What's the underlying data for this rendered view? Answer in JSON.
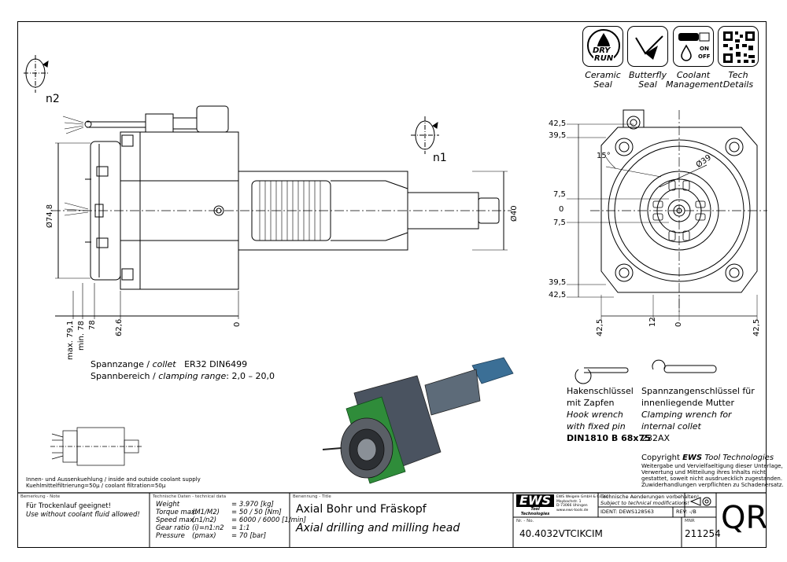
{
  "icons": [
    {
      "name": "dry-run-icon",
      "label_line1": "Ceramic",
      "label_line2": "Seal",
      "glyph_top": "DRY",
      "glyph_bottom": "RUN"
    },
    {
      "name": "butterfly-icon",
      "label_line1": "Butterfly",
      "label_line2": "Seal"
    },
    {
      "name": "coolant-icon",
      "label_line1": "Coolant",
      "label_line2": "Management",
      "glyph_on": "ON",
      "glyph_off": "OFF"
    },
    {
      "name": "qr-code-icon",
      "label_line1": "Tech",
      "label_line2": "Details"
    }
  ],
  "side_view": {
    "n2": "n2",
    "n1": "n1",
    "dia_748": "Ø74,8",
    "dia_40": "Ø40",
    "dim_max": "max. 79,1",
    "dim_min": "min. 78",
    "dim_78": "78",
    "dim_626": "62,6",
    "dim_0": "0"
  },
  "front_view": {
    "top_425": "42,5",
    "top_395": "39,5",
    "angle_15": "15°",
    "dia_39": "Ø39",
    "v_75a": "7,5",
    "v_0": "0",
    "v_75b": "7,5",
    "bot_395": "39,5",
    "bot_425": "42,5",
    "h_425l": "42,5",
    "h_12": "12",
    "h_0": "0",
    "h_425r": "42,5"
  },
  "collet": {
    "line1_de": "Spannzange /",
    "line1_en": "collet",
    "line1_val": "ER32    DIN6499",
    "line2_de": "Spannbereich /",
    "line2_en": "clamping range",
    "line2_val": ": 2,0 – 20,0"
  },
  "hook_wrench": {
    "de1": "Hakenschlüssel",
    "de2": "mit Zapfen",
    "en1": "Hook wrench",
    "en2": "with fixed pin",
    "code": "DIN1810 B 68x75"
  },
  "collet_wrench": {
    "de1": "Spannzangenschlüssel für",
    "de2": "innenliegende Mutter",
    "en1": "Clamping wrench for",
    "en2": "internal collet",
    "code": "232AX"
  },
  "copyright": {
    "title_prefix": "Copyright",
    "title_brand": "EWS",
    "title_suffix": "Tool Technologies",
    "l1": "Weitergabe und Vervielfaeltigung dieser Unterlage,",
    "l2": "Verwertung und Mitteilung ihres Inhalts nicht",
    "l3": "gestattet, soweit nicht ausdruecklich zugestanden.",
    "l4": "Zuwiderhandlungen verpflichten zu Schadenersatz."
  },
  "coolant_note": {
    "l1": "Innen- und Aussenkuehlung / inside and outside coolant supply",
    "l2": "Kuehlmittelfiltrierung=50µ / coolant filtration=50µ"
  },
  "titleblock": {
    "remark_label": "Bemerkung - Note",
    "remark_de": "Für Trockenlauf geeignet!",
    "remark_en": "Use without coolant fluid allowed!",
    "tech_label": "Technische Daten - technical data",
    "tech_rows": [
      {
        "k": "Weight",
        "p": "",
        "v": "= 3.970 [kg]"
      },
      {
        "k": "Torque max.",
        "p": "(M1/M2)",
        "v": "= 50 / 50 [Nm]"
      },
      {
        "k": "Speed max.",
        "p": "(n1/n2)",
        "v": "= 6000 / 6000 [1/min]"
      },
      {
        "k": "Gear ratio",
        "p": "(i)=n1:n2",
        "v": "= 1:1"
      },
      {
        "k": "Pressure",
        "p": "(pmax)",
        "v": "= 70 [bar]"
      }
    ],
    "title_label": "Benennung - Title",
    "title_de": "Axial Bohr und Fräskopf",
    "title_en": "Axial drilling and milling head",
    "logo": "EWS",
    "logo_sub": "Tool Technologies",
    "company_l1": "EWS Weigele GmbH & Co. KG",
    "company_l2": "Maybachstr. 1",
    "company_l3": "D-73066 Uhingen",
    "company_l4": "www.ews-tools.de",
    "change_de": "Technische Aenderungen vorbehalten!",
    "change_en": "Subject to technical modifications!",
    "ident": "IDENT: DEWS128563",
    "rev": "REV:  -/B",
    "nr_label": "Nr. - No.",
    "nr": "40.4032VTCIKCIM",
    "mnr_label": "MNR",
    "mnr": "211254",
    "qr": "QR"
  }
}
